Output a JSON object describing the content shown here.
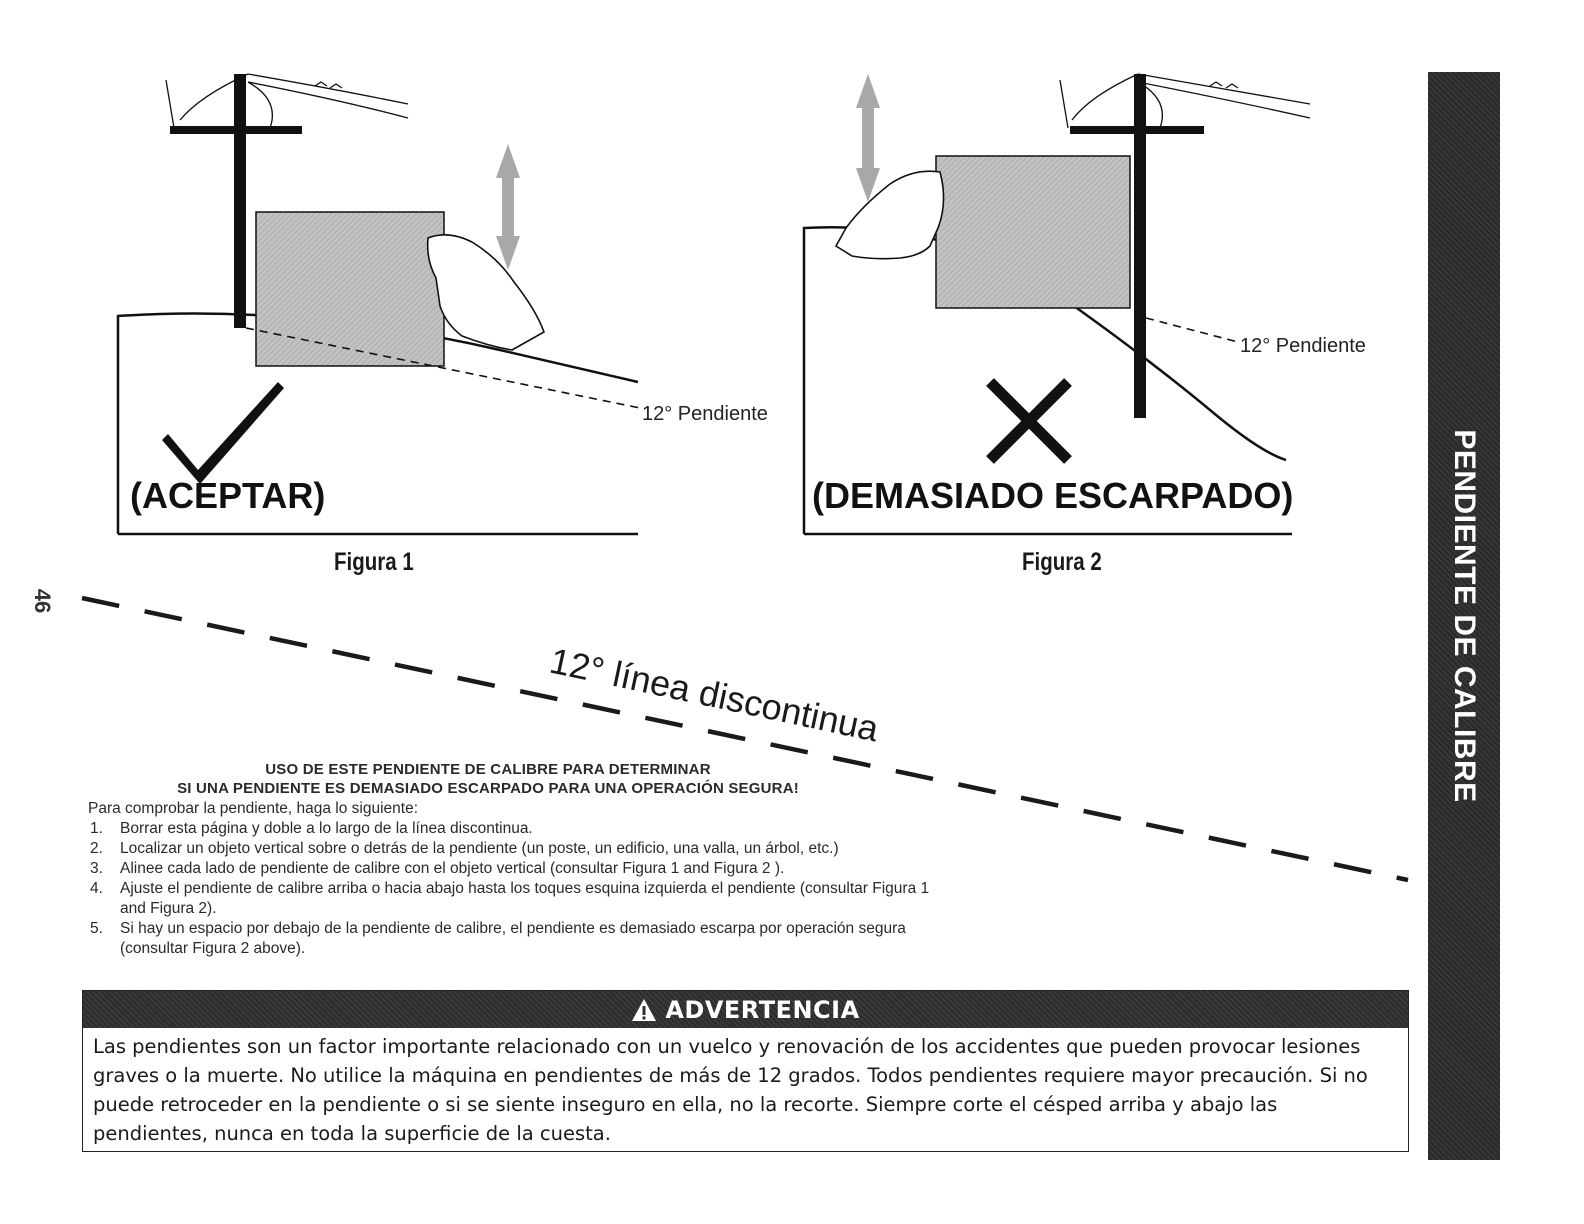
{
  "side_tab": {
    "label": "PENDIENTE DE CALIBRE"
  },
  "page_number": "46",
  "figure1": {
    "verdict": "(ACEPTAR)",
    "slope_label": "12° Pendiente",
    "caption": "Figura 1",
    "mark": "check-mark-icon"
  },
  "figure2": {
    "verdict": "(DEMASIADO ESCARPADO)",
    "slope_label": "12° Pendiente",
    "caption": "Figura 2",
    "mark": "x-mark-icon"
  },
  "fold_line": {
    "label": "12° línea discontinua"
  },
  "instructions": {
    "heading_line1": "USO DE ESTE PENDIENTE DE CALIBRE PARA DETERMINAR",
    "heading_line2": "SI UNA PENDIENTE ES DEMASIADO ESCARPADO PARA UNA OPERACIÓN SEGURA!",
    "intro": "Para comprobar la pendiente, haga lo siguiente:",
    "steps": [
      {
        "num": "1.",
        "text": "Borrar esta página y doble a lo largo de la línea discontinua."
      },
      {
        "num": "2.",
        "text": "Localizar un objeto vertical sobre o detrás de la pendiente (un poste, un edificio, una valla,  un árbol, etc.)"
      },
      {
        "num": "3.",
        "text": "Alinee cada lado de pendiente de calibre con el objeto vertical (consultar Figura 1 and Figura 2 )."
      },
      {
        "num": "4.",
        "text": "Ajuste el pendiente de calibre arriba o hacia abajo hasta los toques esquina izquierda el pendiente (consultar Figura 1 and Figura 2)."
      },
      {
        "num": "5.",
        "text": "Si hay un espacio por debajo de la pendiente de calibre, el pendiente es demasiado escarpa por operación segura (consultar Figura 2 above)."
      }
    ]
  },
  "warning": {
    "icon": "warning-triangle-icon",
    "title": "ADVERTENCIA",
    "body": "Las pendientes son un factor importante relacionado con un vuelco y renovación de los accidentes que pueden provocar lesiones graves o la muerte. No utilice la máquina en pendientes de más de 12 grados. Todos pendientes requiere mayor precaución. Si no puede retroceder en la pendiente o si se siente inseguro en ella, no la recorte. Siempre corte el césped arriba y abajo las pendientes, nunca en toda la superficie de la cuesta."
  },
  "colors": {
    "dark": "#2b2b2b",
    "gauge": "#b9b9b9",
    "arrow": "#a8a8a8"
  }
}
